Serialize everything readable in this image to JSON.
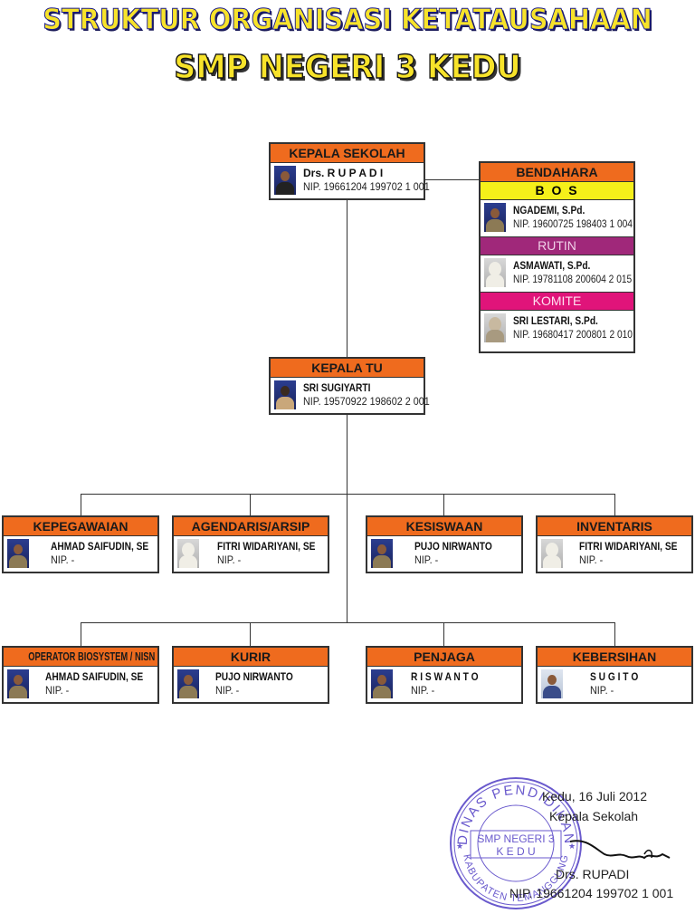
{
  "title": {
    "line1": "STRUKTUR ORGANISASI KETATAUSAHAAN",
    "line2": "SMP NEGERI 3 KEDU"
  },
  "kepala_sekolah": {
    "role": "KEPALA SEKOLAH",
    "name": "Drs.  R U P A D I",
    "nip": "NIP. 19661204 199702 1 001"
  },
  "bendahara": {
    "role": "BENDAHARA",
    "bos": {
      "label": "B O S",
      "name": "NGADEMI, S.Pd.",
      "nip": "NIP. 19600725 198403 1 004"
    },
    "rutin": {
      "label": "RUTIN",
      "name": "ASMAWATI, S.Pd.",
      "nip": "NIP. 19781108 200604 2 015"
    },
    "komite": {
      "label": "KOMITE",
      "name": "SRI LESTARI, S.Pd.",
      "nip": "NIP. 19680417 200801 2 010"
    }
  },
  "kepala_tu": {
    "role": "KEPALA TU",
    "name": "SRI SUGIYARTI",
    "nip": "NIP. 19570922 198602 2 001"
  },
  "row1": [
    {
      "role": "KEPEGAWAIAN",
      "name": "AHMAD SAIFUDIN, SE",
      "nip": "NIP. -"
    },
    {
      "role": "AGENDARIS/ARSIP",
      "name": "FITRI WIDARIYANI, SE",
      "nip": "NIP. -"
    },
    {
      "role": "KESISWAAN",
      "name": "PUJO NIRWANTO",
      "nip": "NIP. -"
    },
    {
      "role": "INVENTARIS",
      "name": "FITRI WIDARIYANI, SE",
      "nip": "NIP. -"
    }
  ],
  "row2": [
    {
      "role": "OPERATOR BIOSYSTEM / NISN",
      "name": "AHMAD SAIFUDIN, SE",
      "nip": "NIP. -"
    },
    {
      "role": "KURIR",
      "name": "PUJO NIRWANTO",
      "nip": "NIP. -"
    },
    {
      "role": "PENJAGA",
      "name": "R I S W A N T O",
      "nip": "NIP. -"
    },
    {
      "role": "KEBERSIHAN",
      "name": "S U G I T O",
      "nip": "NIP. -"
    }
  ],
  "signature": {
    "place_date": "Kedu, 16 Juli 2012",
    "position": "Kepala Sekolah",
    "name": "Drs.  RUPADI",
    "nip": "NIP. 19661204 199702 1 001"
  },
  "stamp": {
    "top": "DINAS PENDIDIKAN",
    "bottom": "KABUPATEN TEMANGGUNG",
    "center1": "SMP NEGERI 3",
    "center2": "K E D U"
  },
  "colors": {
    "header": "#ef6b1e",
    "bos": "#f5f01a",
    "rutin": "#a0287a",
    "komite": "#e0147a",
    "stamp": "#6a5acd"
  }
}
